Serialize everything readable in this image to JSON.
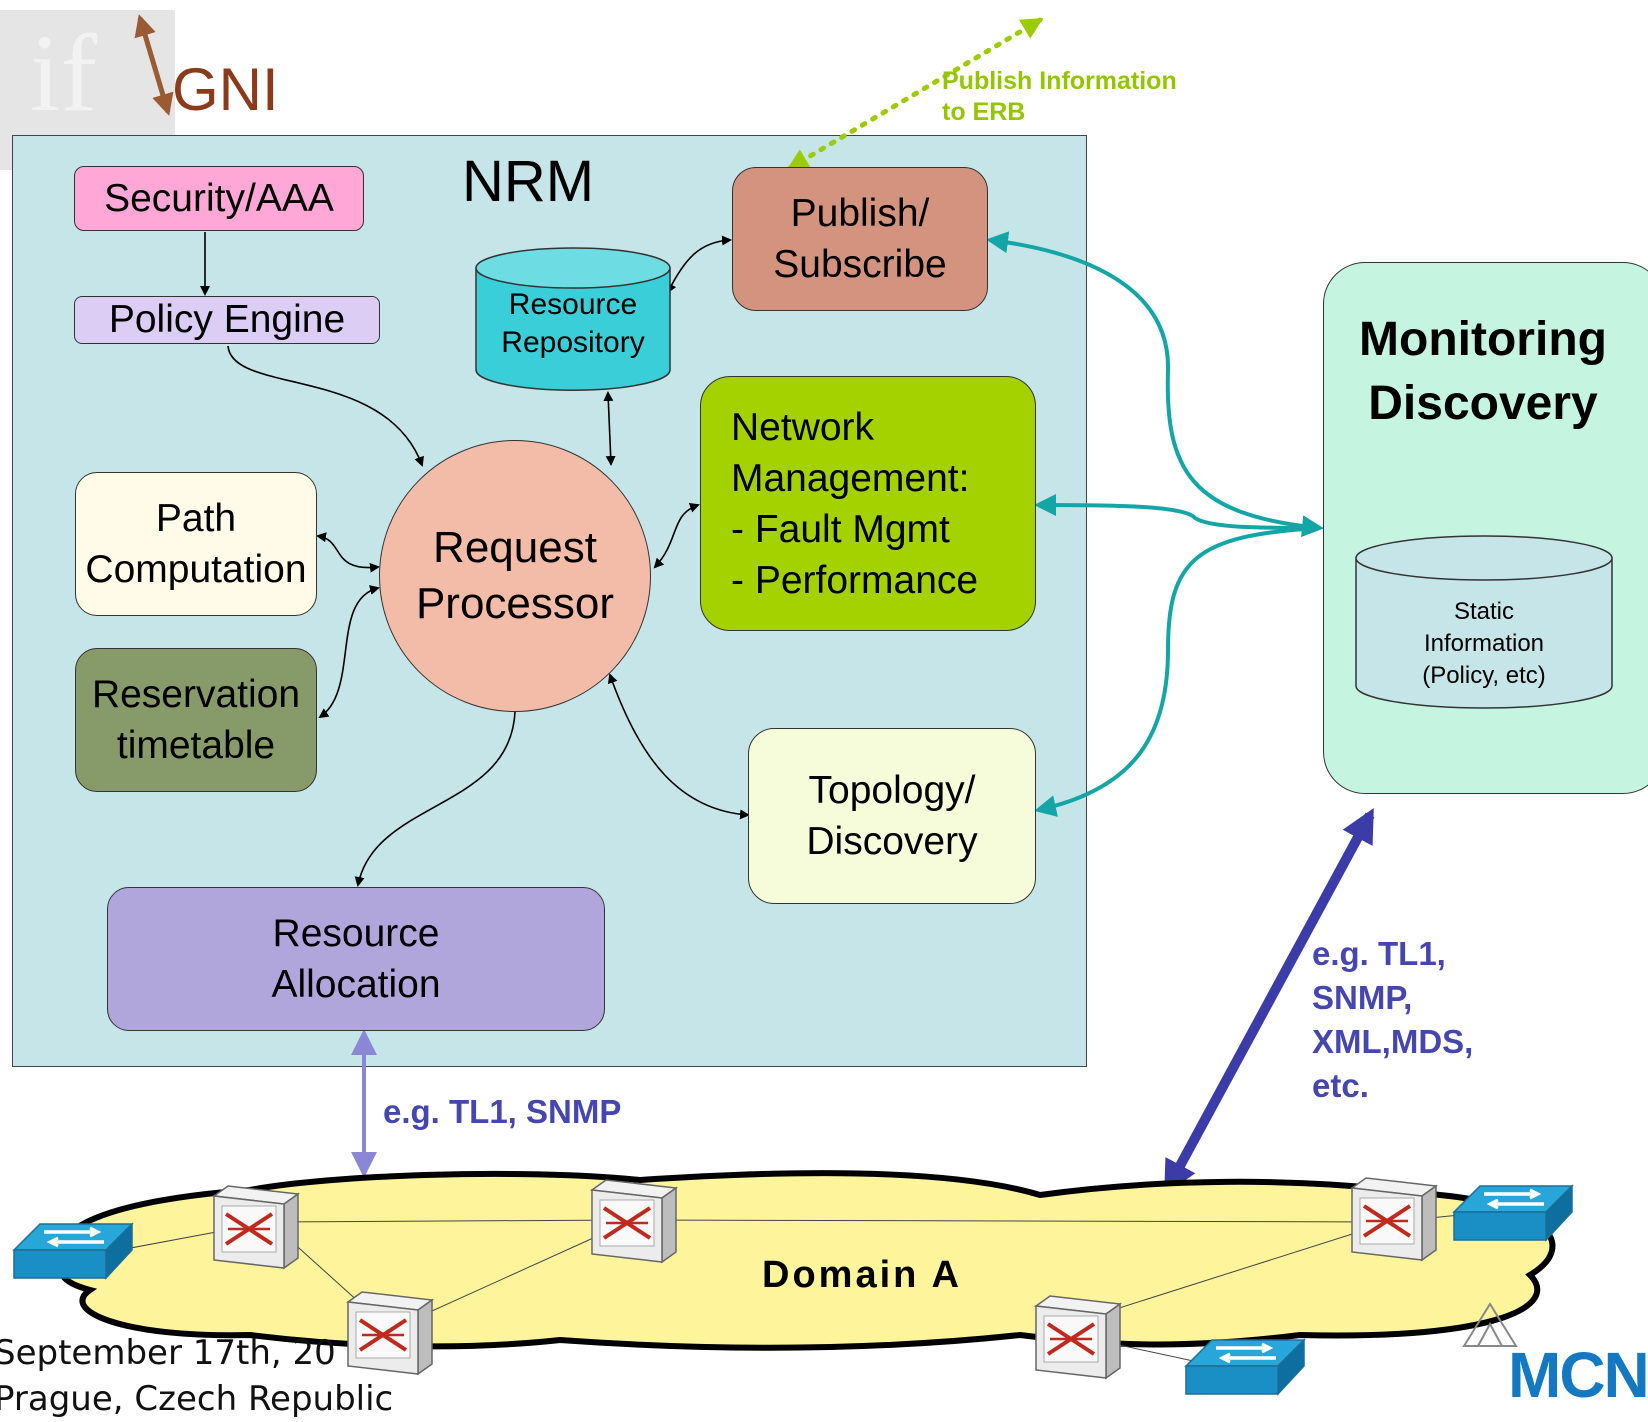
{
  "logo": {
    "lettering": "if",
    "brand": "GNI"
  },
  "nrm": {
    "title": "NRM"
  },
  "security": {
    "label": "Security/AAA"
  },
  "policy": {
    "label": "Policy Engine"
  },
  "repository": {
    "line1": "Resource",
    "line2": "Repository"
  },
  "publish": {
    "line1": "Publish/",
    "line2": "Subscribe"
  },
  "publish_erb": {
    "line1": "Publish Information",
    "line2": "to ERB"
  },
  "netmgmt": {
    "line1": "Network",
    "line2": "Management:",
    "line3": "- Fault Mgmt",
    "line4": "- Performance"
  },
  "path": {
    "line1": "Path",
    "line2": "Computation"
  },
  "request": {
    "line1": "Request",
    "line2": "Processor"
  },
  "reservation": {
    "line1": "Reservation",
    "line2": "timetable"
  },
  "topology": {
    "line1": "Topology/",
    "line2": "Discovery"
  },
  "allocation": {
    "line1": "Resource",
    "line2": "Allocation"
  },
  "monitoring": {
    "line1": "Monitoring",
    "line2": "Discovery"
  },
  "static": {
    "line1": "Static",
    "line2": "Information",
    "line3": "(Policy, etc)"
  },
  "protocol_left": {
    "label": "e.g. TL1, SNMP"
  },
  "protocol_right": {
    "line1": "e.g. TL1,",
    "line2": "SNMP,",
    "line3": "XML,MDS,",
    "line4": "etc."
  },
  "domain": {
    "label": "Domain A"
  },
  "footer": {
    "line1": "September 17th, 20",
    "line2": "Prague, Czech Republic"
  },
  "corner_logo": {
    "lettering": "MCN"
  },
  "colors": {
    "nrm_bg": "#c6e5e8",
    "security": "#ffa7d6",
    "policy": "#dccdf5",
    "repository": "#39ced8",
    "publish": "#d3937f",
    "netmgmt": "#a4d100",
    "path": "#fffbe8",
    "request": "#f3bca8",
    "reservation": "#879a6a",
    "topology": "#f6fbda",
    "allocation": "#b1a6dc",
    "monitoring": "#c5f5e0",
    "teal_arrow": "#14a6a6",
    "blue_arrow": "#3c3ca8",
    "green_dotted": "#9ccc00",
    "domain_fill": "#fdf49c"
  }
}
